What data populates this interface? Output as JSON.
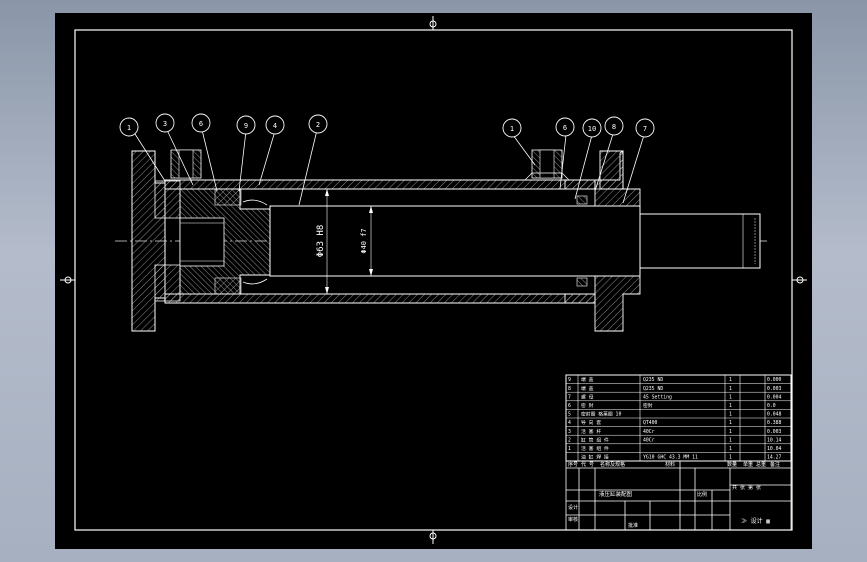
{
  "balloons": {
    "b1a": "1",
    "b3": "3",
    "b6a": "6",
    "b9": "9",
    "b4": "4",
    "b2": "2",
    "b1b": "1",
    "b6b": "6",
    "b10": "10",
    "b8": "8",
    "b7": "7"
  },
  "dims": {
    "bore": "Φ63 H8",
    "rod": "Φ40 f7"
  },
  "bom_rows": [
    {
      "no": "9",
      "name": "端 盖",
      "material": "Q235 ND",
      "qty": "1",
      "note": "0.000"
    },
    {
      "no": "8",
      "name": "端 盖",
      "material": "Q235 ND",
      "qty": "1",
      "note": "0.003"
    },
    {
      "no": "7",
      "name": "螺 母",
      "material": "45 Setting",
      "qty": "1",
      "note": "0.004"
    },
    {
      "no": "6",
      "name": "密 封",
      "material": "密封",
      "qty": "1",
      "note": "0.0"
    },
    {
      "no": "5",
      "name": "密封圈 格莱圈 10",
      "material": "",
      "qty": "1",
      "note": "0.048"
    },
    {
      "no": "4",
      "name": "导 向 套",
      "material": "QT400",
      "qty": "1",
      "note": "0.388"
    },
    {
      "no": "3",
      "name": "活 塞 杆",
      "material": "40Cr",
      "qty": "1",
      "note": "0.003"
    },
    {
      "no": "2",
      "name": "缸 筒 组 件",
      "material": "40Cr",
      "qty": "1",
      "note": "10.14"
    },
    {
      "no": "1",
      "name": "活 塞 组 件",
      "material": "",
      "qty": "1",
      "note": "10.04"
    },
    {
      "no": "",
      "name": "油 缸 焊 接",
      "material": "YG10 GHC 43.3 MM 11",
      "qty": "1",
      "note": "14.27"
    }
  ],
  "bom_header": {
    "no": "序号",
    "code": "代 号",
    "name": "名称及规格",
    "material": "材料",
    "qty": "数量",
    "weight": "单重 总重",
    "note": "备注"
  },
  "title_block": {
    "drawing_title": "液压缸装配图",
    "scale_label": "比例",
    "sheet": "共 张 第 张",
    "company_mark": "≫ 设计 ▦",
    "designer": "设计",
    "checker": "审核",
    "approved": "批准"
  }
}
